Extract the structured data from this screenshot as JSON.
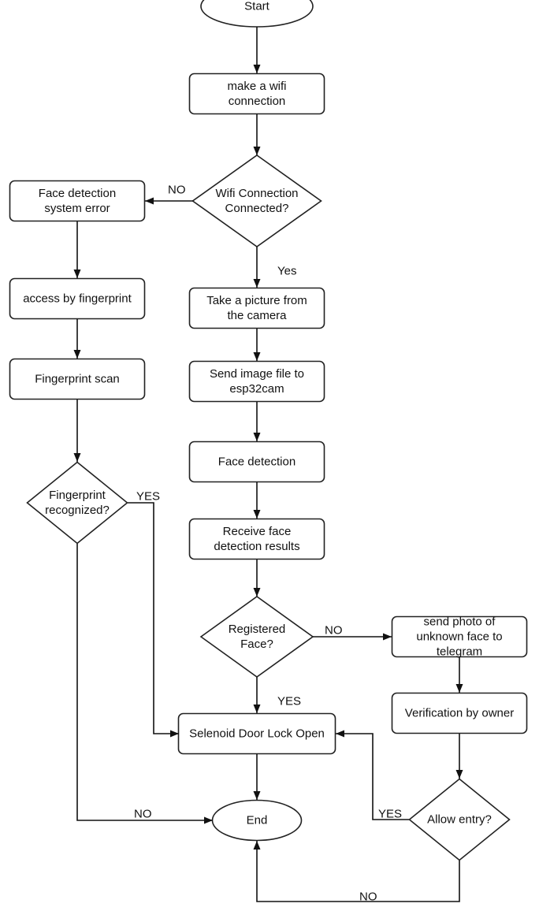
{
  "nodes": {
    "start": {
      "shape": "ellipse",
      "lines": [
        "Start"
      ]
    },
    "wifi_connect": {
      "shape": "rect",
      "lines": [
        "make a wifi",
        "connection"
      ]
    },
    "wifi_check": {
      "shape": "diamond",
      "lines": [
        "Wifi Connection",
        "Connected?"
      ]
    },
    "face_error": {
      "shape": "rect",
      "lines": [
        "Face detection",
        "system error"
      ]
    },
    "fp_access": {
      "shape": "rect",
      "lines": [
        "access by fingerprint"
      ]
    },
    "fp_scan": {
      "shape": "rect",
      "lines": [
        "Fingerprint scan"
      ]
    },
    "fp_check": {
      "shape": "diamond",
      "lines": [
        "Fingerprint",
        "recognized?"
      ]
    },
    "take_picture": {
      "shape": "rect",
      "lines": [
        "Take a picture from",
        "the camera"
      ]
    },
    "send_image": {
      "shape": "rect",
      "lines": [
        "Send image file to",
        "esp32cam"
      ]
    },
    "face_detect": {
      "shape": "rect",
      "lines": [
        "Face detection"
      ]
    },
    "receive_results": {
      "shape": "rect",
      "lines": [
        "Receive face",
        "detection results"
      ]
    },
    "registered_check": {
      "shape": "diamond",
      "lines": [
        "Registered",
        "Face?"
      ]
    },
    "send_photo": {
      "shape": "rect",
      "lines": [
        "send photo of",
        "unknown face to",
        "telegram"
      ]
    },
    "verify_owner": {
      "shape": "rect",
      "lines": [
        "Verification by owner"
      ]
    },
    "allow_check": {
      "shape": "diamond",
      "lines": [
        "Allow entry?"
      ]
    },
    "door_open": {
      "shape": "rect",
      "lines": [
        "Selenoid Door Lock Open"
      ]
    },
    "end": {
      "shape": "ellipse",
      "lines": [
        "End"
      ]
    }
  },
  "edges": [
    {
      "from": "start",
      "to": "wifi_connect",
      "label": ""
    },
    {
      "from": "wifi_connect",
      "to": "wifi_check",
      "label": ""
    },
    {
      "from": "wifi_check",
      "to": "face_error",
      "label": "NO"
    },
    {
      "from": "wifi_check",
      "to": "take_picture",
      "label": "Yes"
    },
    {
      "from": "face_error",
      "to": "fp_access",
      "label": ""
    },
    {
      "from": "fp_access",
      "to": "fp_scan",
      "label": ""
    },
    {
      "from": "fp_scan",
      "to": "fp_check",
      "label": ""
    },
    {
      "from": "fp_check",
      "to": "door_open",
      "label": "YES"
    },
    {
      "from": "fp_check",
      "to": "end",
      "label": "NO"
    },
    {
      "from": "take_picture",
      "to": "send_image",
      "label": ""
    },
    {
      "from": "send_image",
      "to": "face_detect",
      "label": ""
    },
    {
      "from": "face_detect",
      "to": "receive_results",
      "label": ""
    },
    {
      "from": "receive_results",
      "to": "registered_check",
      "label": ""
    },
    {
      "from": "registered_check",
      "to": "send_photo",
      "label": "NO"
    },
    {
      "from": "registered_check",
      "to": "door_open",
      "label": "YES"
    },
    {
      "from": "send_photo",
      "to": "verify_owner",
      "label": ""
    },
    {
      "from": "verify_owner",
      "to": "allow_check",
      "label": ""
    },
    {
      "from": "allow_check",
      "to": "door_open",
      "label": "YES"
    },
    {
      "from": "allow_check",
      "to": "end",
      "label": "NO"
    },
    {
      "from": "door_open",
      "to": "end",
      "label": ""
    }
  ]
}
